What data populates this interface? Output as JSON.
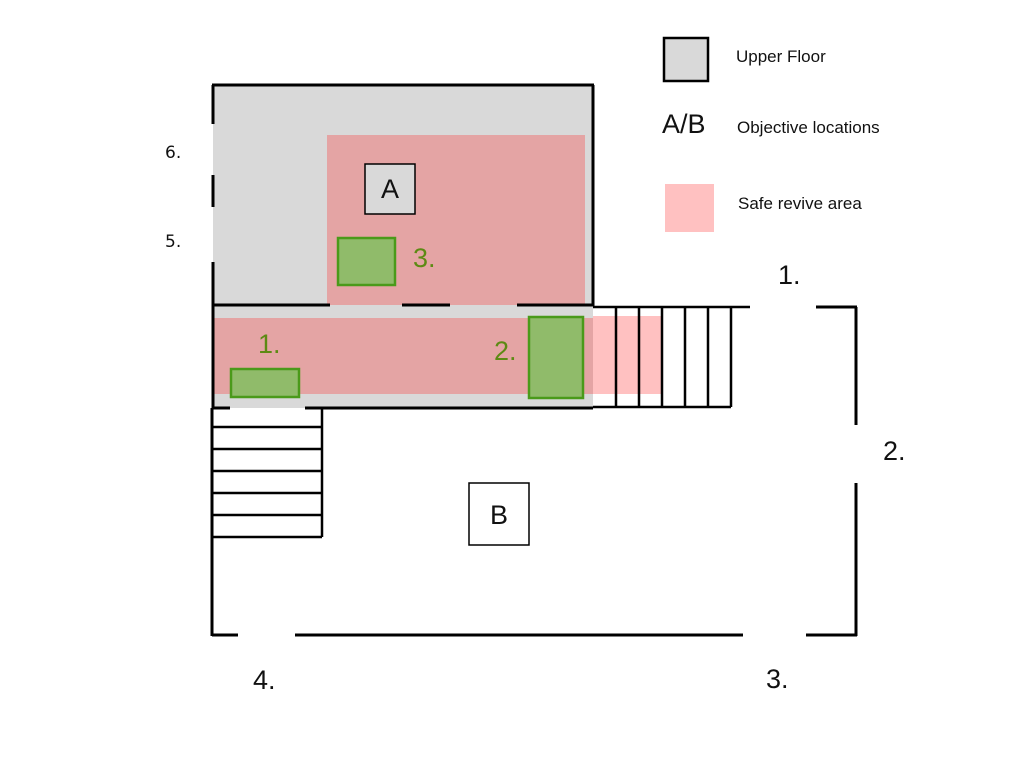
{
  "legend": {
    "upper_floor": "Upper Floor",
    "objective_symbol": "A/B",
    "objective_locations": "Objective locations",
    "safe_revive": "Safe revive area"
  },
  "objectives": {
    "a": "A",
    "b": "B"
  },
  "entrances": {
    "e1": "1.",
    "e2": "2.",
    "e3": "3.",
    "e4": "4.",
    "e5": "5.",
    "e6": "6."
  },
  "green_zones": {
    "z1": "1.",
    "z2": "2.",
    "z3": "3."
  },
  "colors": {
    "upper_floor": "#d9d9d9",
    "safe_revive_upper": "#e4a4a4",
    "safe_revive_lower": "#ffc1c1",
    "green_fill": "#90bb6a",
    "green_stroke": "#4a9a1a",
    "green_label": "#5d8a14",
    "walls": "#000000"
  }
}
